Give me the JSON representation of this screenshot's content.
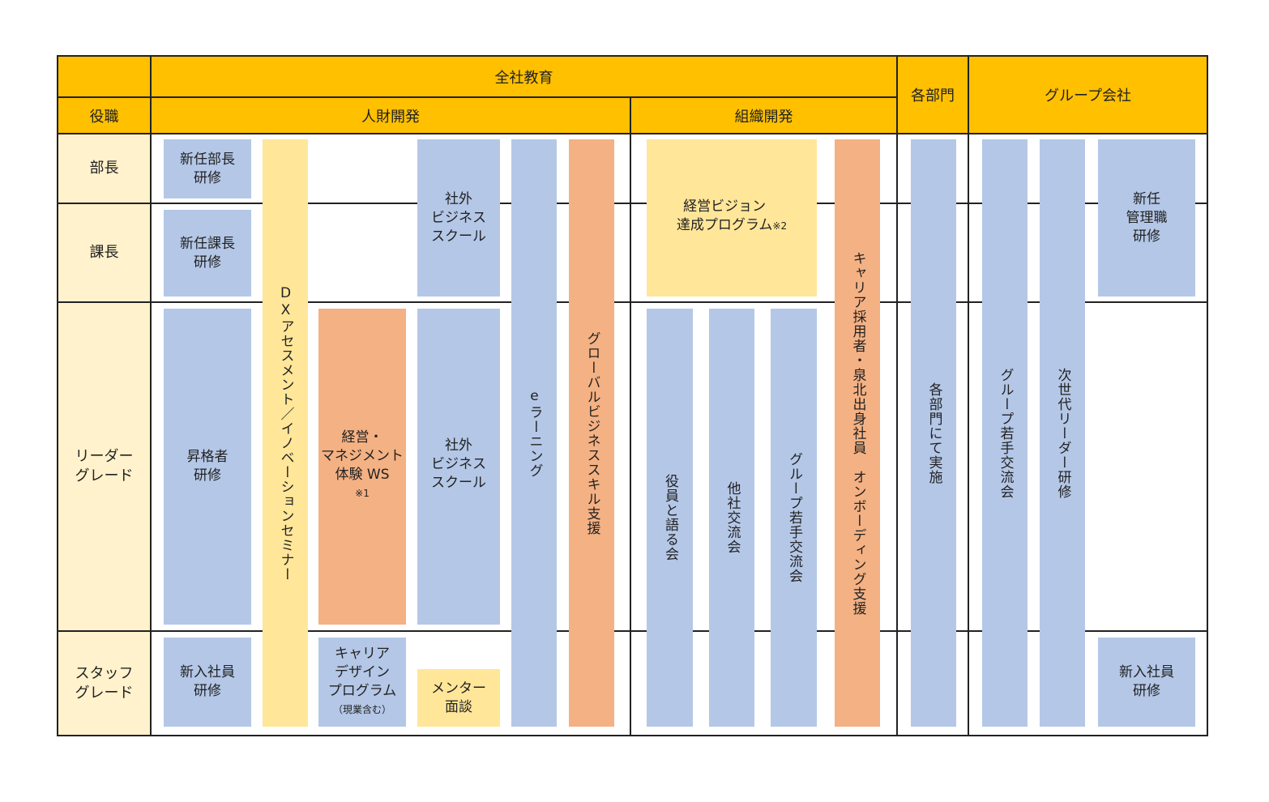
{
  "headers": {
    "zensha": "全社教育",
    "kakubumon": "各部門",
    "group": "グループ会社",
    "yakushoku": "役職",
    "jinzai": "人財開発",
    "soshiki": "組織開発"
  },
  "roles": [
    "部長",
    "課長",
    "リーダー\nグレード",
    "スタッフ\nグレード"
  ],
  "programs": {
    "shinnin_bucho": "新任部長\n研修",
    "shinnin_kacho": "新任課長\n研修",
    "shokakusha": "昇格者\n研修",
    "shinnyu": "新入社員\n研修",
    "dx": "DXアセスメント／イノベーションセミナー",
    "shagai1": "社外\nビジネス\nスクール",
    "shagai2": "社外\nビジネス\nスクール",
    "keiei_ws": "経営・\nマネジメント\n体験 WS",
    "keiei_ws_note": "※1",
    "career_design": "キャリア\nデザイン\nプログラム",
    "career_design_note": "（現業含む）",
    "mentor": "メンター\n面談",
    "elearning": "eラーニング",
    "global": "グローバルビジネススキル支援",
    "vision": "経営ビジョン\n達成プログラム",
    "vision_note": "※2",
    "yakuin": "役員と語る会",
    "tasha": "他社交流会",
    "group_wakate1": "グループ若手交流会",
    "career_saiyo": "キャリア採用者・泉北出身社員　オンボーディング支援",
    "kakubumon": "各部門にて実施",
    "group_wakate2": "グループ若手交流会",
    "jisedai": "次世代リーダー研修",
    "shinnin_kanri": "新任\n管理職\n研修",
    "shinnyu2": "新入社員\n研修"
  },
  "colors": {
    "header": "#FFC000",
    "side": "#FFF2CC",
    "blue": "#B4C7E7",
    "yellow": "#FFE699",
    "orange": "#F4B183"
  }
}
